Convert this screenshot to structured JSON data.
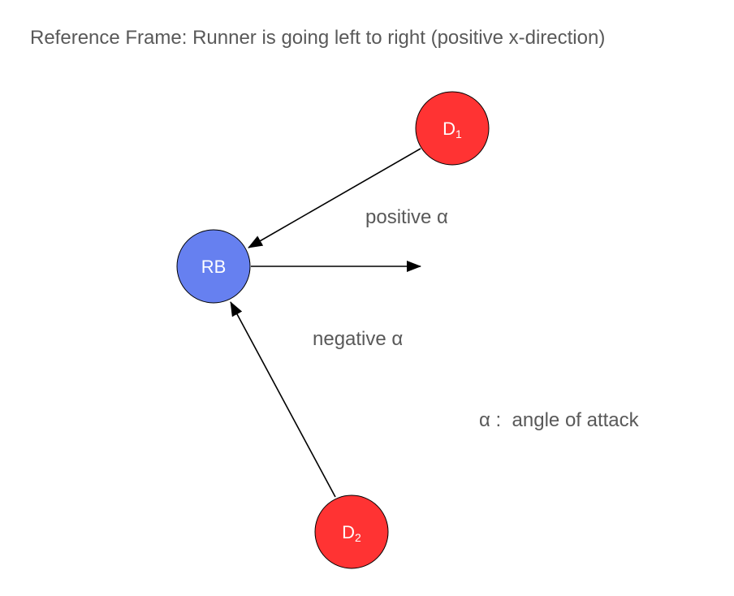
{
  "title": "Reference Frame:  Runner is going left to right (positive x-direction)",
  "labels": {
    "positive": "positive α",
    "negative": "negative α",
    "legend_symbol": "α",
    "legend_sep": " :  ",
    "legend_text": "angle of attack"
  },
  "nodes": {
    "runner": {
      "label": "RB",
      "fill": "#6680f0"
    },
    "defender1": {
      "label": "D",
      "sub": "1",
      "fill": "#ff3333"
    },
    "defender2": {
      "label": "D",
      "sub": "2",
      "fill": "#ff3333"
    }
  },
  "colors": {
    "text": "#595959",
    "stroke": "#000000",
    "node_text": "#ffffff"
  }
}
